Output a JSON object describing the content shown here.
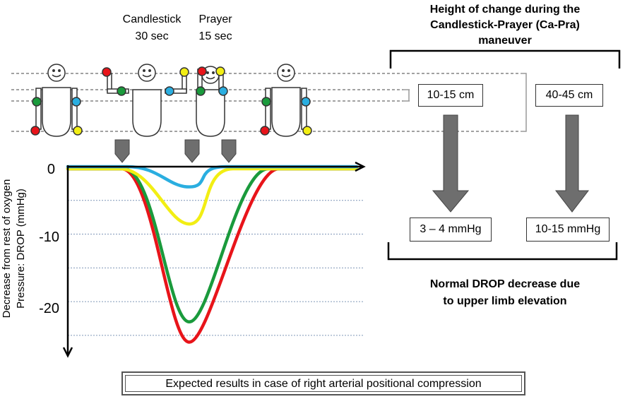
{
  "maneuver_labels": {
    "candlestick": "Candlestick",
    "candlestick_time": "30 sec",
    "prayer": "Prayer",
    "prayer_time": "15 sec"
  },
  "right_panel": {
    "height_title_line1": "Height of change during the",
    "height_title_line2": "Candlestick-Prayer (Ca-Pra)",
    "height_title_line3": "maneuver",
    "height_small": "10-15 cm",
    "height_large": "40-45 cm",
    "drop_small": "3 – 4 mmHg",
    "drop_large": "10-15 mmHg",
    "drop_title_line1": "Normal DROP decrease due",
    "drop_title_line2": "to upper limb elevation"
  },
  "axis": {
    "ylabel_line1": "Decrease from rest of oxygen",
    "ylabel_line2": "Pressure: DROP (mmHg)",
    "ticks": [
      "0",
      "-10",
      "-20"
    ]
  },
  "caption": "Expected results in case of right arterial positional compression",
  "colors": {
    "red": "#e8141a",
    "green": "#1a9a3c",
    "yellow": "#f2ee14",
    "blue": "#2aaee0",
    "arrow": "#6e6e6e"
  },
  "chart_data": {
    "type": "line",
    "ylim": [
      -27,
      0
    ],
    "series": [
      {
        "color": "blue",
        "min_value": -3
      },
      {
        "color": "yellow",
        "min_value": -8.5
      },
      {
        "color": "green",
        "min_value": -23
      },
      {
        "color": "red",
        "min_value": -26
      }
    ]
  }
}
